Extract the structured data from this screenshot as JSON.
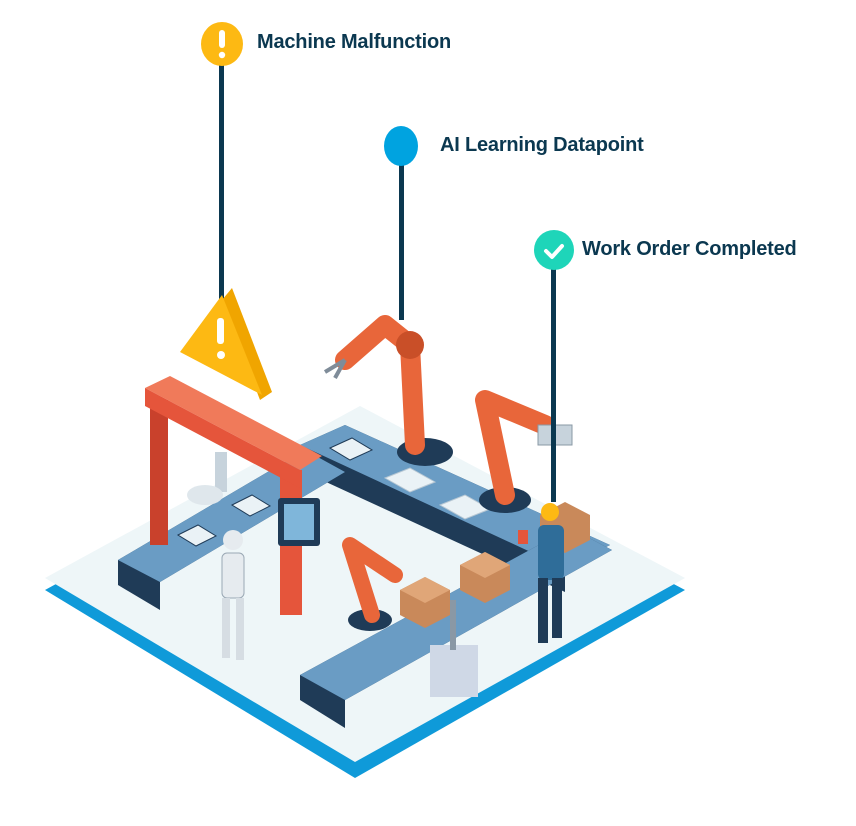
{
  "callouts": [
    {
      "label": "Machine Malfunction",
      "icon": "exclamation-icon",
      "color": "#fdb913"
    },
    {
      "label": "AI Learning Datapoint",
      "icon": "dot-icon",
      "color": "#00a3e0"
    },
    {
      "label": "Work Order Completed",
      "icon": "check-icon",
      "color": "#1ed5b9"
    }
  ],
  "colors": {
    "text": "#0b3850",
    "pin_line": "#0b3850",
    "platform_top": "#eef6f8",
    "platform_edge": "#0f9ad9",
    "belt_top": "#6a9cc4",
    "belt_side": "#1f3b57",
    "machine_orange": "#e8663a",
    "gate_red": "#e5553b",
    "warning_yellow": "#fdb913"
  }
}
